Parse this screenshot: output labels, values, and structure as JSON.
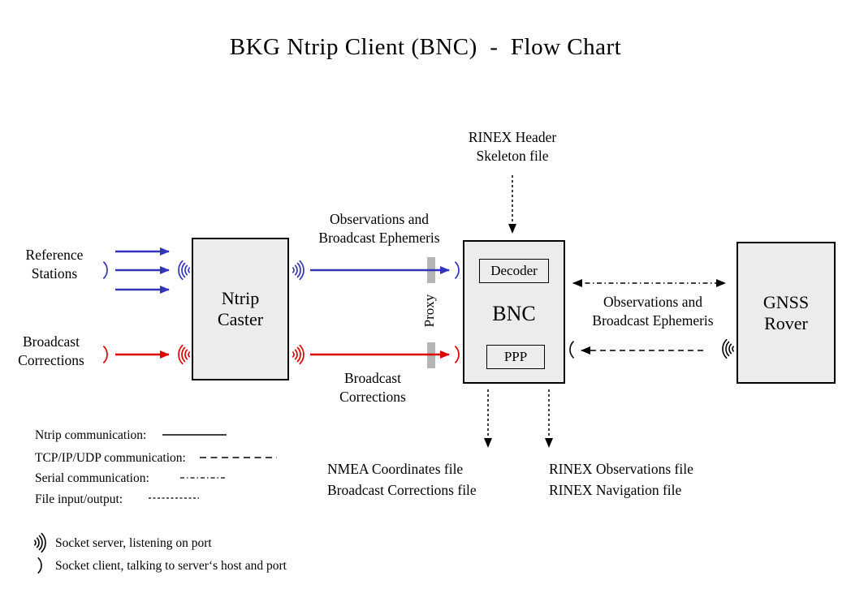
{
  "title": "BKG Ntrip Client (BNC)  -  Flow Chart",
  "nodes": {
    "ntrip_caster": "Ntrip\nCaster",
    "bnc": "BNC",
    "decoder": "Decoder",
    "ppp": "PPP",
    "gnss_rover": "GNSS\nRover",
    "proxy": "Proxy"
  },
  "labels": {
    "reference_stations": "Reference\nStations",
    "broadcast_corrections_left": "Broadcast\nCorrections",
    "observations_top": "Observations and\nBroadcast Ephemeris",
    "broadcast_corrections_mid": "Broadcast\nCorrections",
    "rinex_header_skeleton": "RINEX Header\nSkeleton file",
    "observations_right": "Observations and\nBroadcast Ephemeris",
    "nmea_output": "NMEA Coordinates file\nBroadcast Corrections file",
    "rinex_output": "RINEX Observations file\nRINEX Navigation file"
  },
  "legend": {
    "items": [
      {
        "label": "Ntrip communication:",
        "style": "solid"
      },
      {
        "label": "TCP/IP/UDP communication:",
        "style": "dashed"
      },
      {
        "label": "Serial communication:",
        "style": "dashdot"
      },
      {
        "label": "File input/output:",
        "style": "dotted"
      }
    ],
    "socket_server": "Socket server, listening on port",
    "socket_client": "Socket client, talking to server‘s host and port"
  },
  "colors": {
    "ntrip_blue": "#3333bb",
    "corrections_red": "#dd0000",
    "line_black": "#000000",
    "box_fill": "#ececec",
    "proxy_bar": "#b5b5b5"
  }
}
